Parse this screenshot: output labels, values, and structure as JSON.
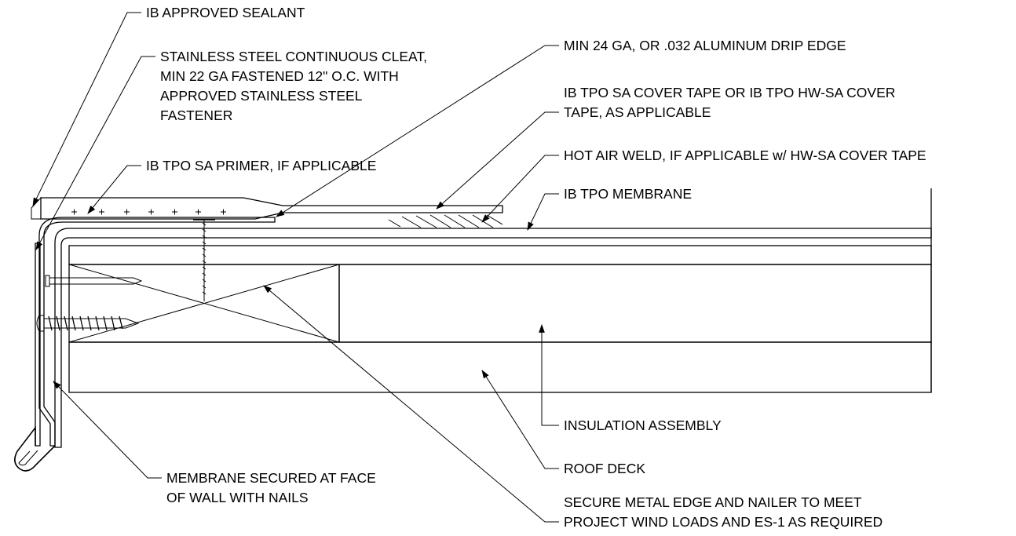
{
  "labels": {
    "sealant": "IB APPROVED SEALANT",
    "cleat": [
      "STAINLESS STEEL CONTINUOUS CLEAT,",
      "MIN 22 GA FASTENED 12\" O.C. WITH",
      "APPROVED STAINLESS STEEL",
      "FASTENER"
    ],
    "primer": "IB TPO SA PRIMER, IF APPLICABLE",
    "drip_edge": "MIN 24 GA, OR .032 ALUMINUM DRIP EDGE",
    "cover_tape": [
      "IB TPO SA COVER TAPE OR IB TPO HW-SA COVER",
      "TAPE, AS APPLICABLE"
    ],
    "hot_air_weld": "HOT AIR WELD, IF APPLICABLE w/ HW-SA COVER TAPE",
    "membrane": "IB TPO MEMBRANE",
    "insulation": "INSULATION ASSEMBLY",
    "roof_deck": "ROOF DECK",
    "wall_nails": [
      "MEMBRANE SECURED AT FACE",
      "OF WALL WITH NAILS"
    ],
    "metal_edge": [
      "SECURE METAL EDGE AND NAILER TO MEET",
      "PROJECT WIND LOADS AND ES-1 AS REQUIRED"
    ]
  }
}
